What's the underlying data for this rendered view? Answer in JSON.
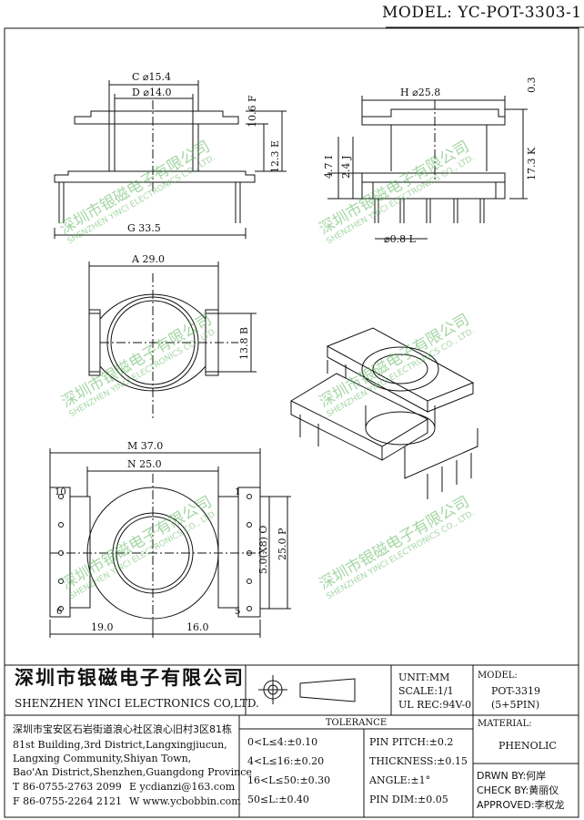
{
  "model_title": "MODEL: YC-POT-3303-1",
  "dims": {
    "C": "C",
    "C_val": "⌀15.4",
    "D": "D",
    "D_val": "⌀14.0",
    "E": "E",
    "E_val": "12.3",
    "F": "F",
    "F_val": "10.6",
    "G": "G",
    "G_val": "33.5",
    "H": "H",
    "H_val": "⌀25.8",
    "H_top": "0.3",
    "I": "I",
    "I_val": "4.7",
    "J": "J",
    "J_val": "2.4",
    "K": "K",
    "K_val": "17.3",
    "L": "L",
    "L_val": "⌀0.8",
    "A": "A",
    "A_val": "29.0",
    "B": "B",
    "B_val": "13.8",
    "M": "M",
    "M_val": "37.0",
    "N": "N",
    "N_val": "25.0",
    "O": "O",
    "O_val": "5.0(X8)",
    "P": "P",
    "P_val": "25.0",
    "bottom_left": "19.0",
    "bottom_right": "16.0",
    "pin_10": "10",
    "pin_1": "1",
    "pin_6": "6",
    "pin_5": "5"
  },
  "watermark": {
    "cn": "深圳市银磁电子有限公司",
    "en": "SHENZHEN YINCI ELECTRONICS CO., LTD.",
    "color": "#5bb55b"
  },
  "title_block": {
    "company_cn": "深圳市银磁电子有限公司",
    "company_en": "SHENZHEN YINCI ELECTRONICS CO,LTD.",
    "unit": "UNIT:MM",
    "scale": "SCALE:1/1",
    "ul": "UL REC:94V-0",
    "model_label": "MODEL:",
    "model_value": "POT-3319",
    "model_pins": "(5+5PIN)",
    "material_label": "MATERIAL:",
    "material_value": "PHENOLIC",
    "address": [
      "深圳市宝安区石岩街道浪心社区浪心旧村3区81栋",
      "81st Building,3rd District,Langxingjiucun,",
      "Langxing Community,Shiyan Town,",
      "Bao'An District,Shenzhen,Guangdong Province"
    ],
    "tel": "T  86-0755-2763 2099",
    "email": "E  ycdianzi@163.com",
    "fax": "F  86-0755-2264 2121",
    "web": "W  www.ycbobbin.com",
    "tolerance_title": "TOLERANCE",
    "tol": [
      "0<L≤4:±0.10",
      "4<L≤16:±0.20",
      "16<L≤50:±0.30",
      "50≤L:±0.40"
    ],
    "pin_specs": [
      "PIN PITCH:±0.2",
      "THICKNESS:±0.15",
      "ANGLE:±1°",
      "PIN DIM:±0.05"
    ],
    "drawn": "DRWN BY:何岸",
    "check": "CHECK BY:黄丽仪",
    "approved": "APPROVED:李权龙"
  }
}
